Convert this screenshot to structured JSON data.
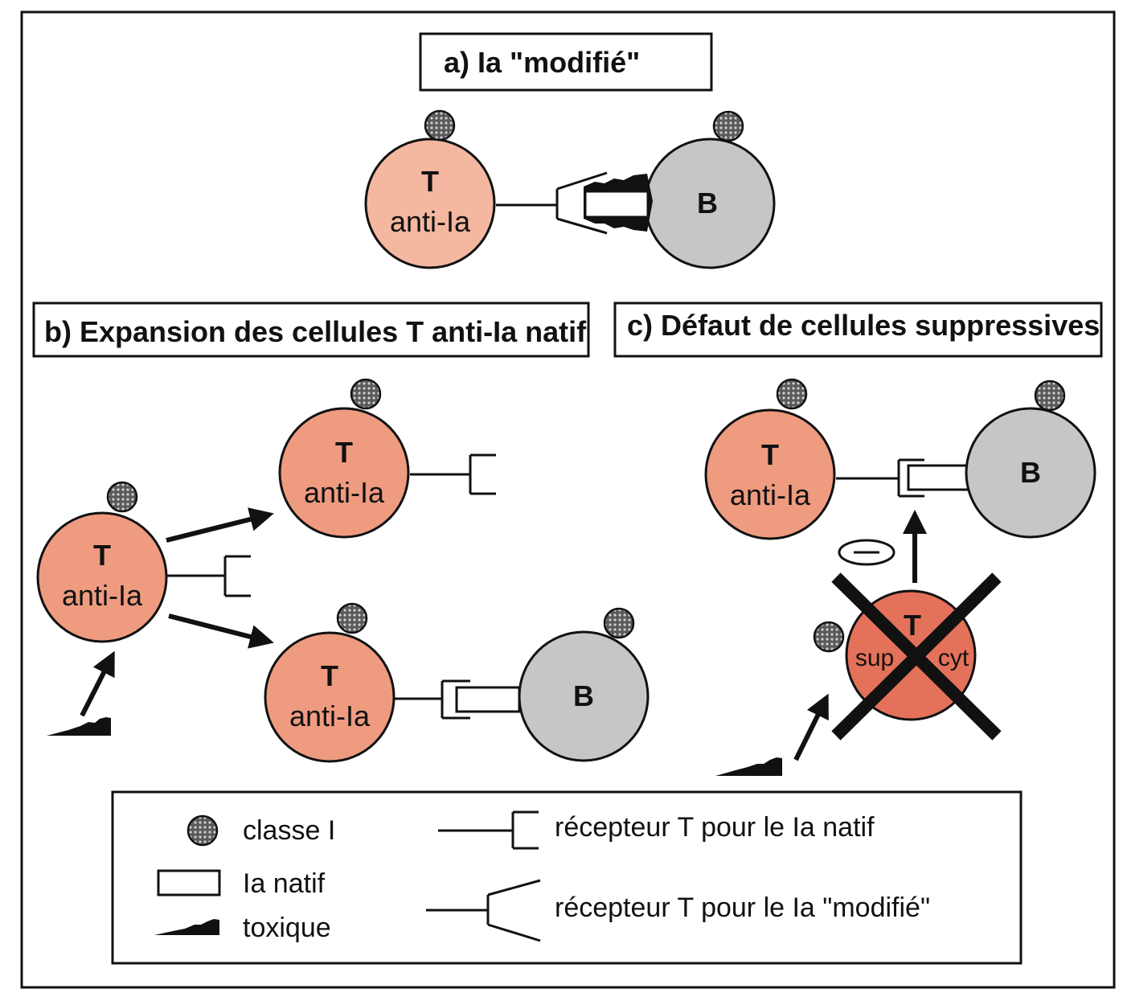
{
  "panels": {
    "a": {
      "title": "a)  Ia \"modifié\""
    },
    "b": {
      "title": "b)  Expansion des cellules T anti-Ia natif"
    },
    "c": {
      "title": "c)  Défaut de cellules suppressives"
    }
  },
  "cells": {
    "t_label": "T",
    "t_sublabel": "anti-Ia",
    "b_label": "B",
    "tsup_label": "T",
    "tsup_left": "sup",
    "tsup_right": "cyt"
  },
  "legend": {
    "class_i": "classe I",
    "ia_natif": "Ia natif",
    "toxique": "toxique",
    "receptor_native": "récepteur T pour le Ia natif",
    "receptor_modified": "récepteur T pour le Ia \"modifié\""
  },
  "colors": {
    "t_cell": "#f4b7a0",
    "t_cell_b": "#ee9b80",
    "t_sup_cell": "#e4715a",
    "b_cell": "#c6c6c6",
    "class_i": "#8f8f8f",
    "line": "#111111"
  }
}
